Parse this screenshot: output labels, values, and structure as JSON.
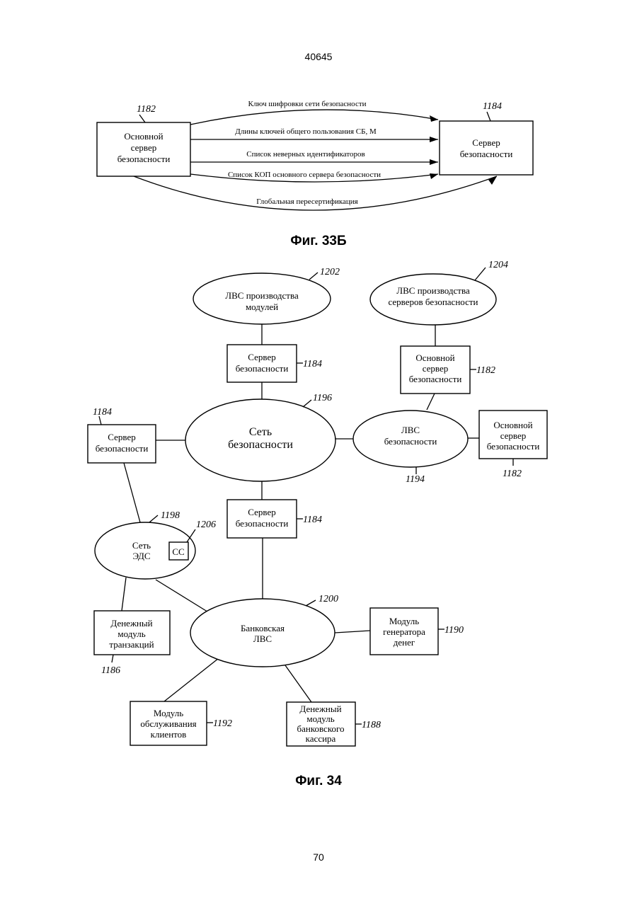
{
  "page_header": "40645",
  "page_number": "70",
  "fig33b": {
    "caption": "Фиг. 33Б",
    "left_box": {
      "lines": [
        "Основной",
        "сервер",
        "безопасности"
      ],
      "ref": "1182"
    },
    "right_box": {
      "lines": [
        "Сервер",
        "безопасности"
      ],
      "ref": "1184"
    },
    "arrows": [
      "Ключ шифровки сети безопасности",
      "Длины ключей общего пользования СБ, М",
      "Список неверных идентификаторов",
      "Список КОП основного сервера безопасности",
      "Глобальная пересертификация"
    ]
  },
  "fig34": {
    "caption": "Фиг. 34",
    "nodes": {
      "lan_modules": {
        "lines": [
          "ЛВС производства",
          "модулей"
        ],
        "ref": "1202"
      },
      "lan_servers": {
        "lines": [
          "ЛВС производства",
          "серверов безопасности"
        ],
        "ref": "1204"
      },
      "sec_server_top": {
        "lines": [
          "Сервер",
          "безопасности"
        ],
        "ref": "1184"
      },
      "primary_server_top": {
        "lines": [
          "Основной",
          "сервер",
          "безопасности"
        ],
        "ref": "1182"
      },
      "security_network": {
        "lines": [
          "Сеть",
          "безопасности"
        ],
        "ref": "1196"
      },
      "sec_server_left": {
        "lines": [
          "Сервер",
          "безопасности"
        ],
        "ref": "1184"
      },
      "lan_1194": {
        "lines": [
          "ЛВС",
          "безопасности"
        ],
        "ref": "1194"
      },
      "primary_server_right": {
        "lines": [
          "Основной",
          "сервер",
          "безопасности"
        ],
        "ref": "1182"
      },
      "sec_server_mid": {
        "lines": [
          "Сервер",
          "безопасности"
        ],
        "ref": "1184"
      },
      "eds_network": {
        "lines": [
          "Сеть",
          "ЭДС"
        ],
        "ref": "1198"
      },
      "cc_box": {
        "lines": [
          "СС"
        ],
        "ref": "1206"
      },
      "money_tx_module": {
        "lines": [
          "Денежный",
          "модуль",
          "транзакций"
        ],
        "ref": "1186"
      },
      "bank_lan": {
        "lines": [
          "Банковская",
          "ЛВС"
        ],
        "ref": "1200"
      },
      "money_gen_module": {
        "lines": [
          "Модуль",
          "генератора",
          "денег"
        ],
        "ref": "1190"
      },
      "client_service_module": {
        "lines": [
          "Модуль",
          "обслуживания",
          "клиентов"
        ],
        "ref": "1192"
      },
      "teller_module": {
        "lines": [
          "Денежный",
          "модуль",
          "банковского",
          "кассира"
        ],
        "ref": "1188"
      }
    }
  }
}
